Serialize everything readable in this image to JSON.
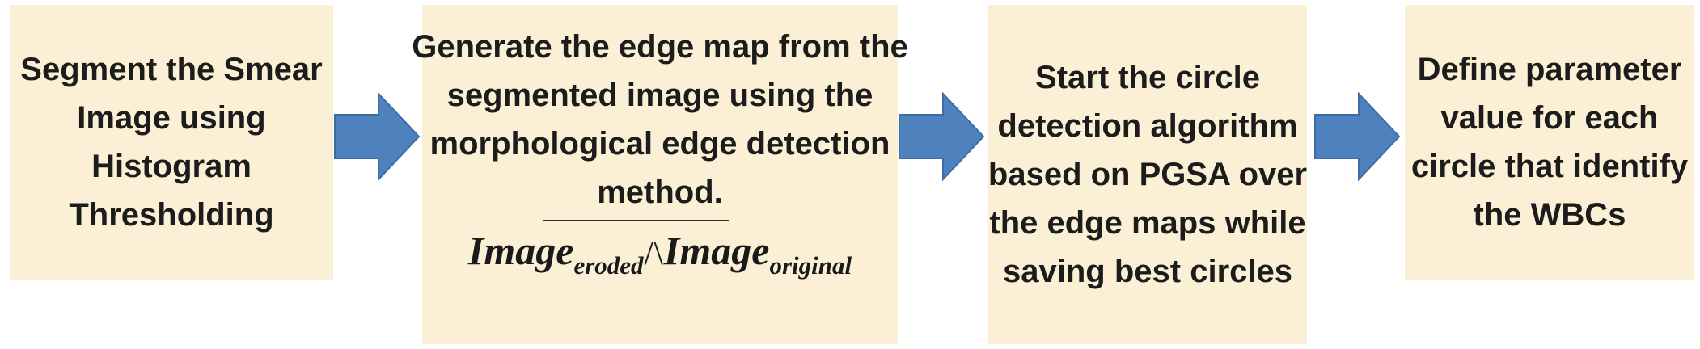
{
  "colors": {
    "box_fill": "#fbf0d5",
    "arrow_fill": "#4f81bd",
    "arrow_stroke": "#3a6ea5",
    "text": "#1c1c1c"
  },
  "steps": [
    {
      "lines": [
        "Segment the Smear",
        "Image using",
        "Histogram",
        "Thresholding"
      ]
    },
    {
      "lines": [
        "Generate the edge map from the",
        "segmented image using the",
        "morphological edge detection",
        "method."
      ],
      "formula": {
        "left_base": "Image",
        "left_sub": "eroded",
        "operator": "/\\",
        "right_base": "Image",
        "right_sub": "original"
      }
    },
    {
      "lines": [
        "Start the circle",
        "detection algorithm",
        "based on PGSA over",
        "the edge maps while",
        "saving best circles"
      ]
    },
    {
      "lines": [
        "Define parameter",
        "value for each",
        "circle that identify",
        "the WBCs"
      ]
    }
  ],
  "arrows": [
    {
      "icon": "right-arrow-icon"
    },
    {
      "icon": "right-arrow-icon"
    },
    {
      "icon": "right-arrow-icon"
    }
  ]
}
